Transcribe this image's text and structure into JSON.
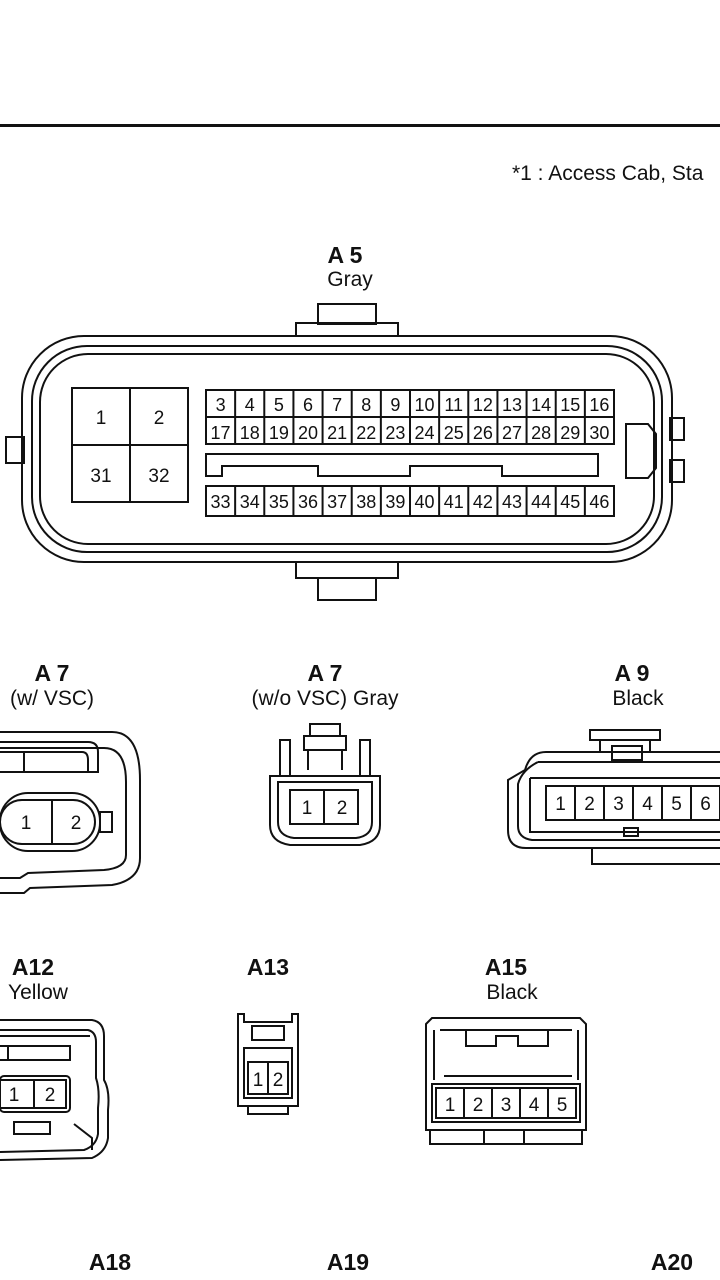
{
  "note": "*1 : Access Cab, Sta",
  "connectors": [
    {
      "id": "a5",
      "title": "A 5",
      "color": "Gray",
      "block_pins": [
        "1",
        "2",
        "31",
        "32"
      ],
      "row1": [
        "3",
        "4",
        "5",
        "6",
        "7",
        "8",
        "9",
        "10",
        "11",
        "12",
        "13",
        "14",
        "15",
        "16"
      ],
      "row2": [
        "17",
        "18",
        "19",
        "20",
        "21",
        "22",
        "23",
        "24",
        "25",
        "26",
        "27",
        "28",
        "29",
        "30"
      ],
      "row3": [
        "33",
        "34",
        "35",
        "36",
        "37",
        "38",
        "39",
        "40",
        "41",
        "42",
        "43",
        "44",
        "45",
        "46"
      ]
    },
    {
      "id": "a7-vsc",
      "title": "A 7",
      "variant": "(w/ VSC)",
      "pins": [
        "1",
        "2"
      ]
    },
    {
      "id": "a7-novsc",
      "title": "A 7",
      "variant": "(w/o VSC)  Gray",
      "pins": [
        "1",
        "2"
      ]
    },
    {
      "id": "a9",
      "title": "A 9",
      "color": "Black",
      "pins": [
        "1",
        "2",
        "3",
        "4",
        "5",
        "6"
      ]
    },
    {
      "id": "a12",
      "title": "A12",
      "color": "Yellow",
      "pins": [
        "1",
        "2"
      ]
    },
    {
      "id": "a13",
      "title": "A13",
      "pins": [
        "1",
        "2"
      ]
    },
    {
      "id": "a15",
      "title": "A15",
      "color": "Black",
      "pins": [
        "1",
        "2",
        "3",
        "4",
        "5"
      ]
    },
    {
      "id": "a18",
      "title": "A18"
    },
    {
      "id": "a19",
      "title": "A19"
    },
    {
      "id": "a20",
      "title": "A20"
    }
  ]
}
